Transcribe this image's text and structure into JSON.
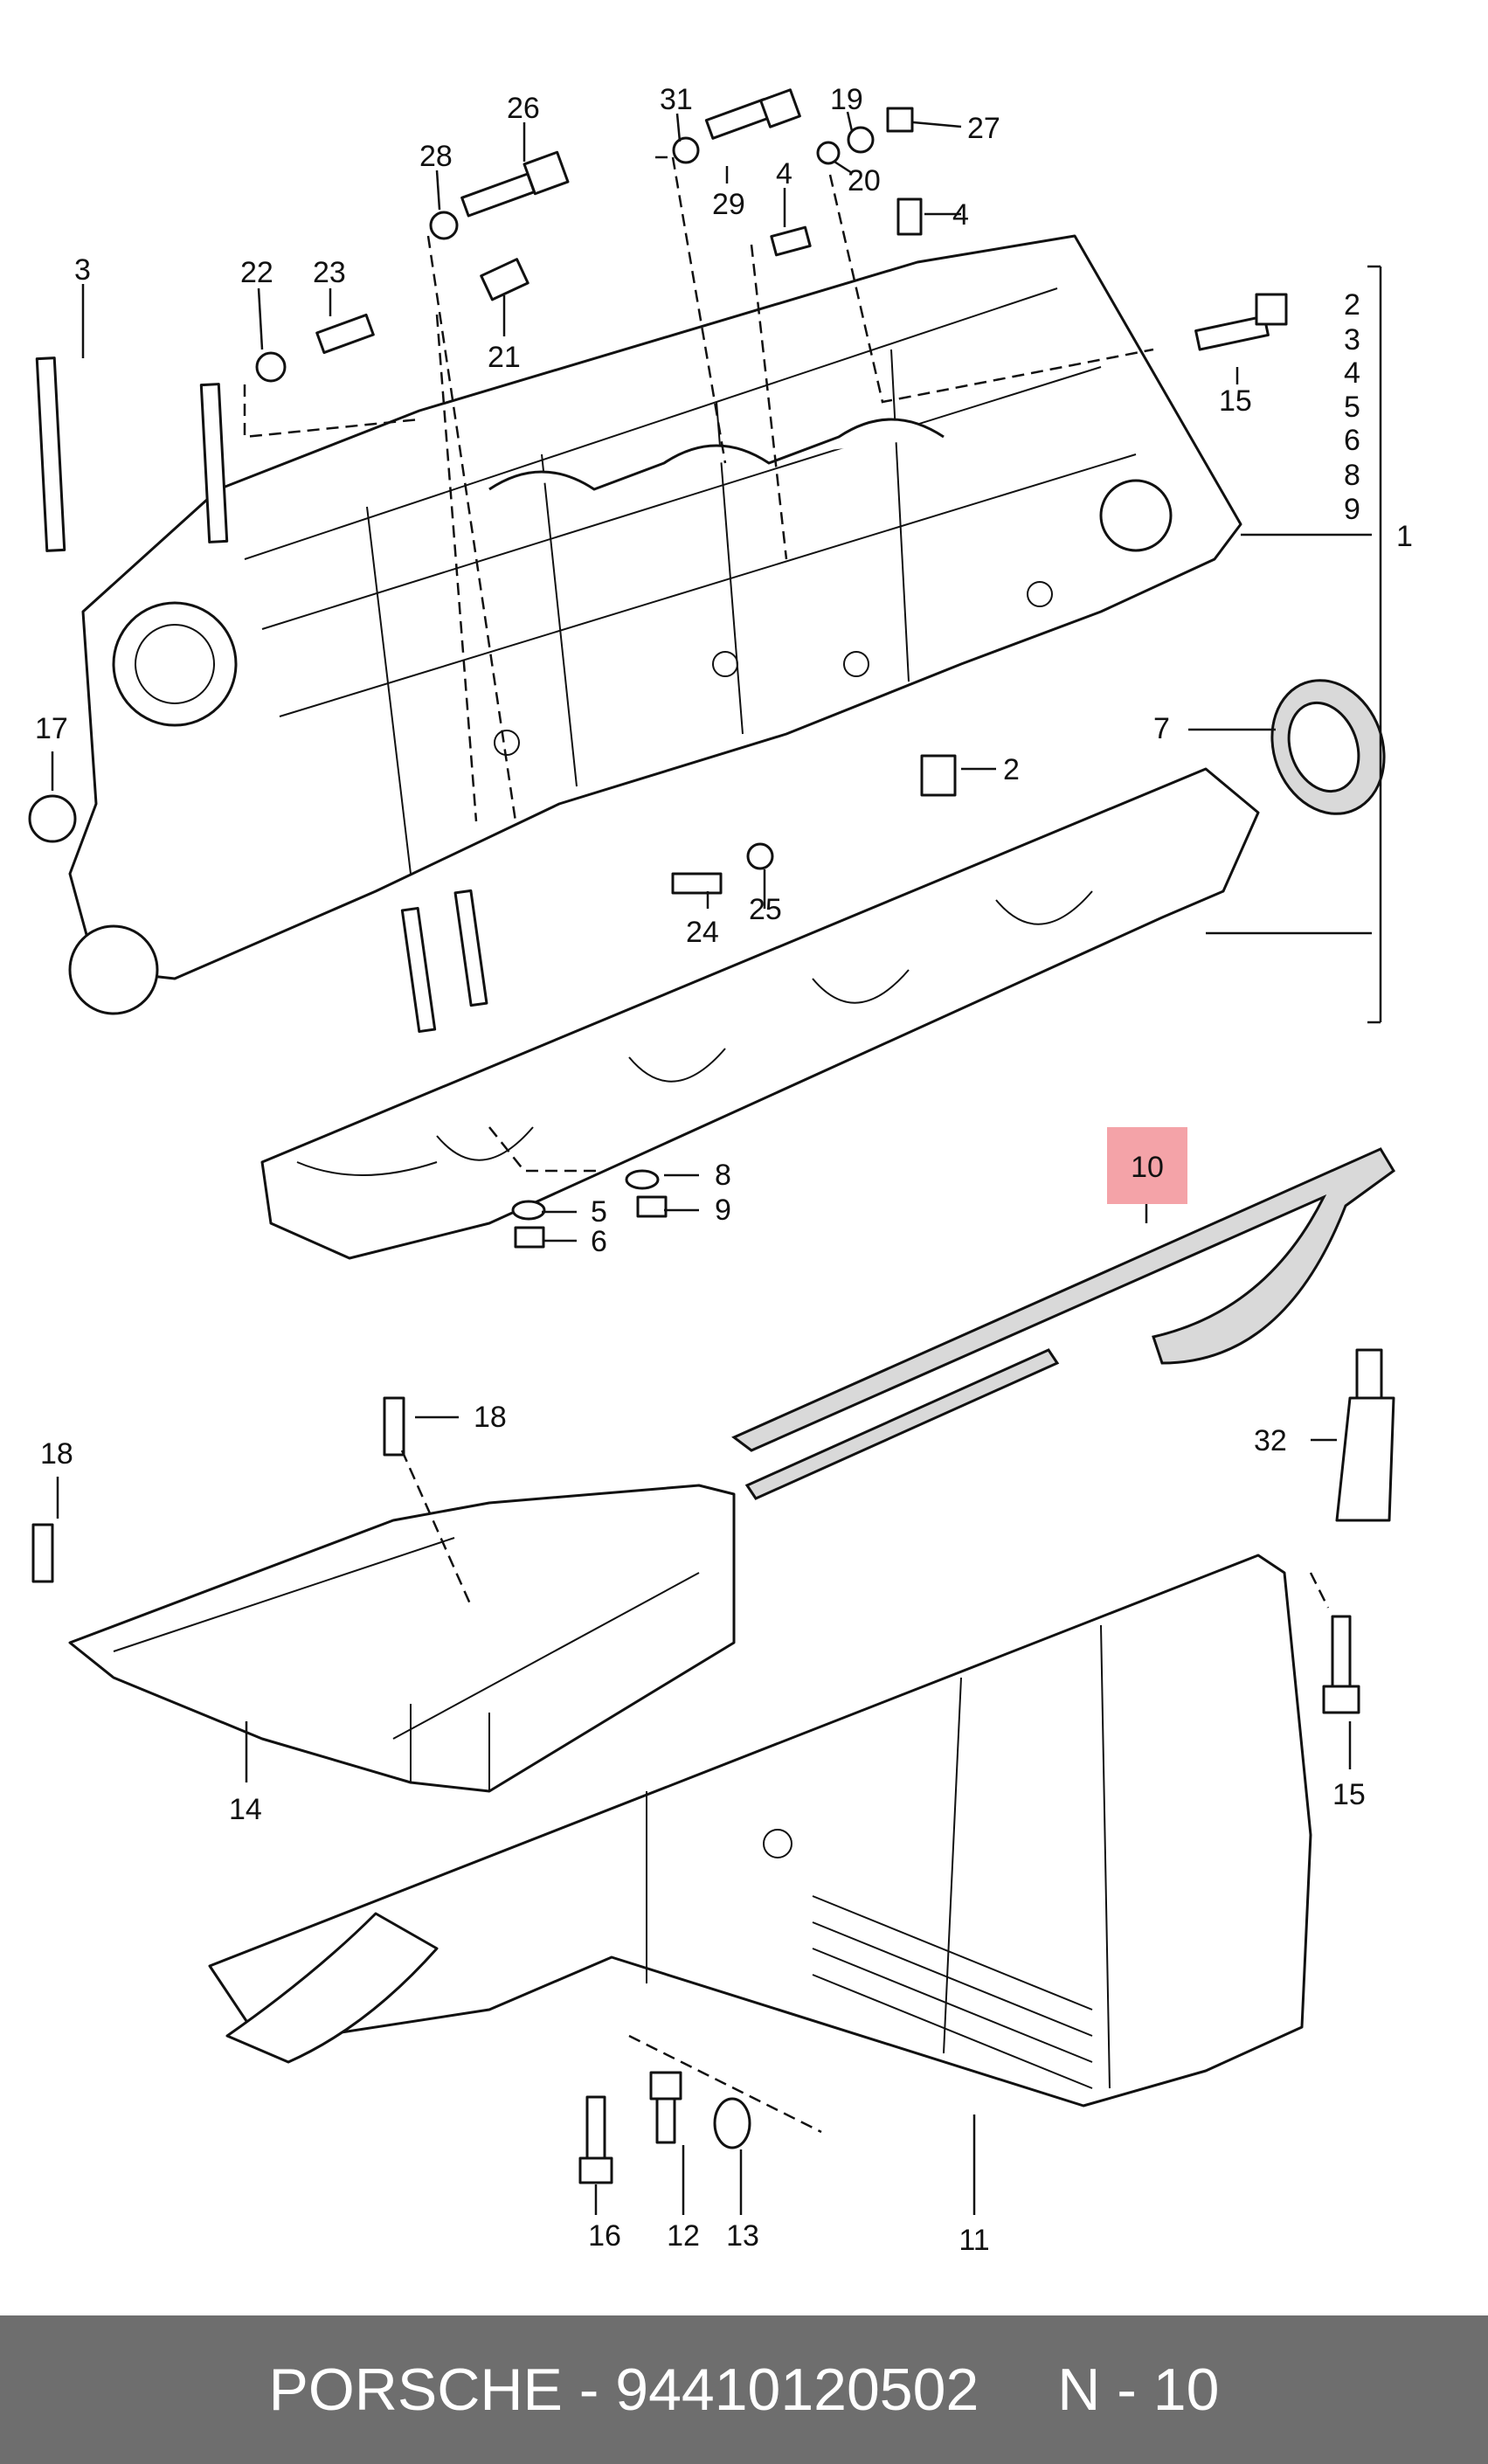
{
  "callouts": [
    {
      "id": "c26",
      "text": "26"
    },
    {
      "id": "c31",
      "text": "31"
    },
    {
      "id": "c19",
      "text": "19"
    },
    {
      "id": "c27",
      "text": "27"
    },
    {
      "id": "c28",
      "text": "28"
    },
    {
      "id": "c4a",
      "text": "4"
    },
    {
      "id": "c20",
      "text": "20"
    },
    {
      "id": "c29",
      "text": "29"
    },
    {
      "id": "c4b",
      "text": "4"
    },
    {
      "id": "c3",
      "text": "3"
    },
    {
      "id": "c22",
      "text": "22"
    },
    {
      "id": "c23",
      "text": "23"
    },
    {
      "id": "c21",
      "text": "21"
    },
    {
      "id": "c15a",
      "text": "15"
    },
    {
      "id": "c1",
      "text": "1"
    },
    {
      "id": "c17",
      "text": "17"
    },
    {
      "id": "c7",
      "text": "7"
    },
    {
      "id": "c2",
      "text": "2"
    },
    {
      "id": "c24",
      "text": "24"
    },
    {
      "id": "c25",
      "text": "25"
    },
    {
      "id": "c8",
      "text": "8"
    },
    {
      "id": "c5",
      "text": "5"
    },
    {
      "id": "c9",
      "text": "9"
    },
    {
      "id": "c6",
      "text": "6"
    },
    {
      "id": "c18a",
      "text": "18"
    },
    {
      "id": "c18b",
      "text": "18"
    },
    {
      "id": "c32",
      "text": "32"
    },
    {
      "id": "c14",
      "text": "14"
    },
    {
      "id": "c15b",
      "text": "15"
    },
    {
      "id": "c16",
      "text": "16"
    },
    {
      "id": "c12",
      "text": "12"
    },
    {
      "id": "c13",
      "text": "13"
    },
    {
      "id": "c11",
      "text": "11"
    }
  ],
  "group_list": [
    "2",
    "3",
    "4",
    "5",
    "6",
    "8",
    "9"
  ],
  "highlight": {
    "text": "10",
    "color": "#f4a3a8"
  },
  "footer": {
    "brand": "PORSCHE - 94410120502",
    "ref": "N - 10"
  }
}
